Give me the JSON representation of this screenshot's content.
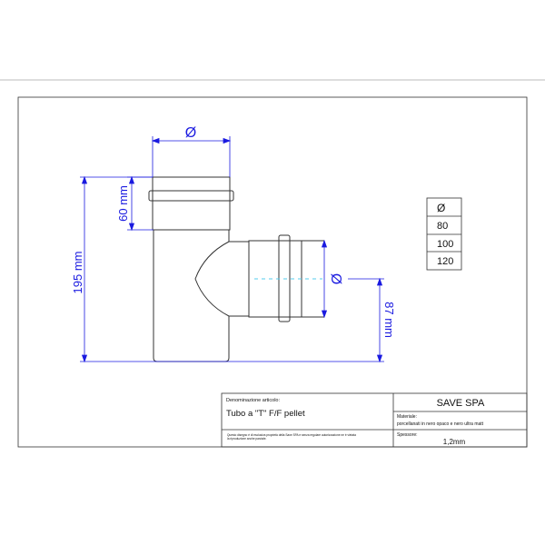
{
  "drawing": {
    "dimensions": {
      "top_diameter": "Ø",
      "socket_length": "60 mm",
      "total_height": "195 mm",
      "branch_diameter": "Ø",
      "branch_height": "87 mm"
    },
    "diameter_table": {
      "header": "Ø",
      "values": [
        "80",
        "100",
        "120"
      ]
    },
    "colors": {
      "dimension": "#1a1ae0",
      "outline": "#222222",
      "centerline": "#55ccee"
    }
  },
  "title_block": {
    "name_label": "Denominazione articolo:",
    "name": "Tubo a \"T\" F/F pellet",
    "company": "SAVE SPA",
    "material_label": "Materiale:",
    "material": "porcellanati in nero opaco e nero ultra matt",
    "disclaimer_line1": "Questo disegno è di esclusiva proprietà della Save SPA e senza regolare autorizzazione ne è vietata",
    "disclaimer_line2": "la riproduzione anche parziale.",
    "thickness_label": "Spessore:",
    "thickness": "1,2mm"
  }
}
